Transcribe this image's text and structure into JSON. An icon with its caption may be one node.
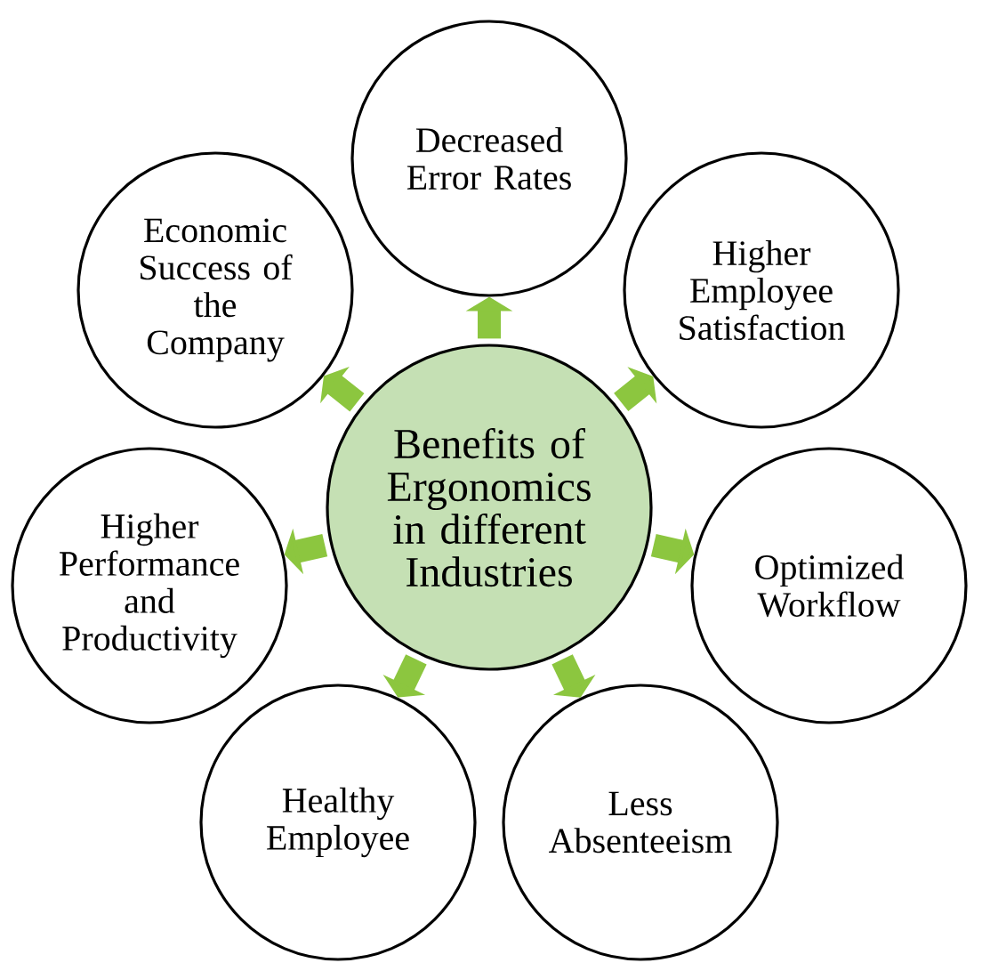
{
  "diagram": {
    "nodes": [
      {
        "text": [
          "Benefits of Ergonomics in different Industries"
        ]
      },
      {
        "text": [
          "Decreased Error Rates"
        ]
      },
      {
        "text": [
          "Higher Employee Satisfaction"
        ]
      },
      {
        "text": [
          "Optimized Workflow"
        ]
      },
      {
        "text": [
          "Less Absenteeism"
        ]
      },
      {
        "text": [
          "Healthy Employee"
        ]
      },
      {
        "text": [
          "Higher Performance and Productivity"
        ]
      },
      {
        "text": [
          "Economic Success of the Company"
        ]
      }
    ],
    "edges": [
      {
        "from": 0,
        "to": 1,
        "arrow": "to"
      },
      {
        "from": 0,
        "to": 2,
        "arrow": "to"
      },
      {
        "from": 0,
        "to": 3,
        "arrow": "to"
      },
      {
        "from": 0,
        "to": 4,
        "arrow": "to"
      },
      {
        "from": 0,
        "to": 5,
        "arrow": "to"
      },
      {
        "from": 0,
        "to": 6,
        "arrow": "to"
      },
      {
        "from": 0,
        "to": 7,
        "arrow": "to"
      }
    ]
  }
}
